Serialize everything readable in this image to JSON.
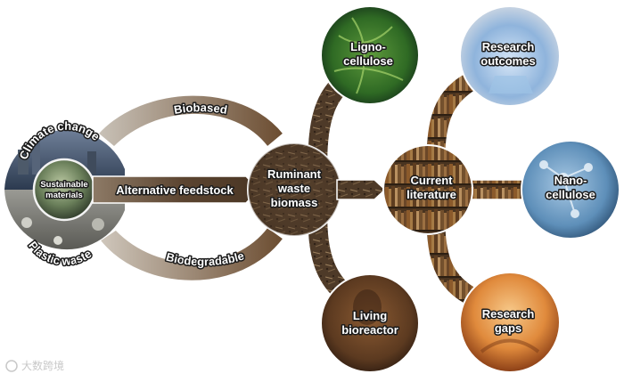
{
  "center": {
    "line1": "Ruminant",
    "line2": "waste",
    "line3": "biomass"
  },
  "hub": {
    "line1": "Sustainable",
    "line2": "materials"
  },
  "feedstock": {
    "label": "Alternative feedstock"
  },
  "arcs": {
    "top": "Biobased",
    "bottom": "Biodegradable",
    "climate": "Climate change",
    "plastic": "Plastic waste"
  },
  "outputs": {
    "ligno": {
      "line1": "Ligno-",
      "line2": "cellulose"
    },
    "living": {
      "line1": "Living",
      "line2": "bioreactor"
    }
  },
  "literature": {
    "line1": "Current",
    "line2": "literature"
  },
  "results": {
    "outcomes": {
      "line1": "Research",
      "line2": "outcomes"
    },
    "nano": {
      "line1": "Nano-",
      "line2": "cellulose"
    },
    "gaps": {
      "line1": "Research",
      "line2": "gaps"
    }
  },
  "watermark": "大数跨境",
  "colors": {
    "arc_brown": "#6e5238",
    "feedstock_band": "#5d4631",
    "soil": "#5a4330",
    "bookshelf": "#7a5a36"
  }
}
